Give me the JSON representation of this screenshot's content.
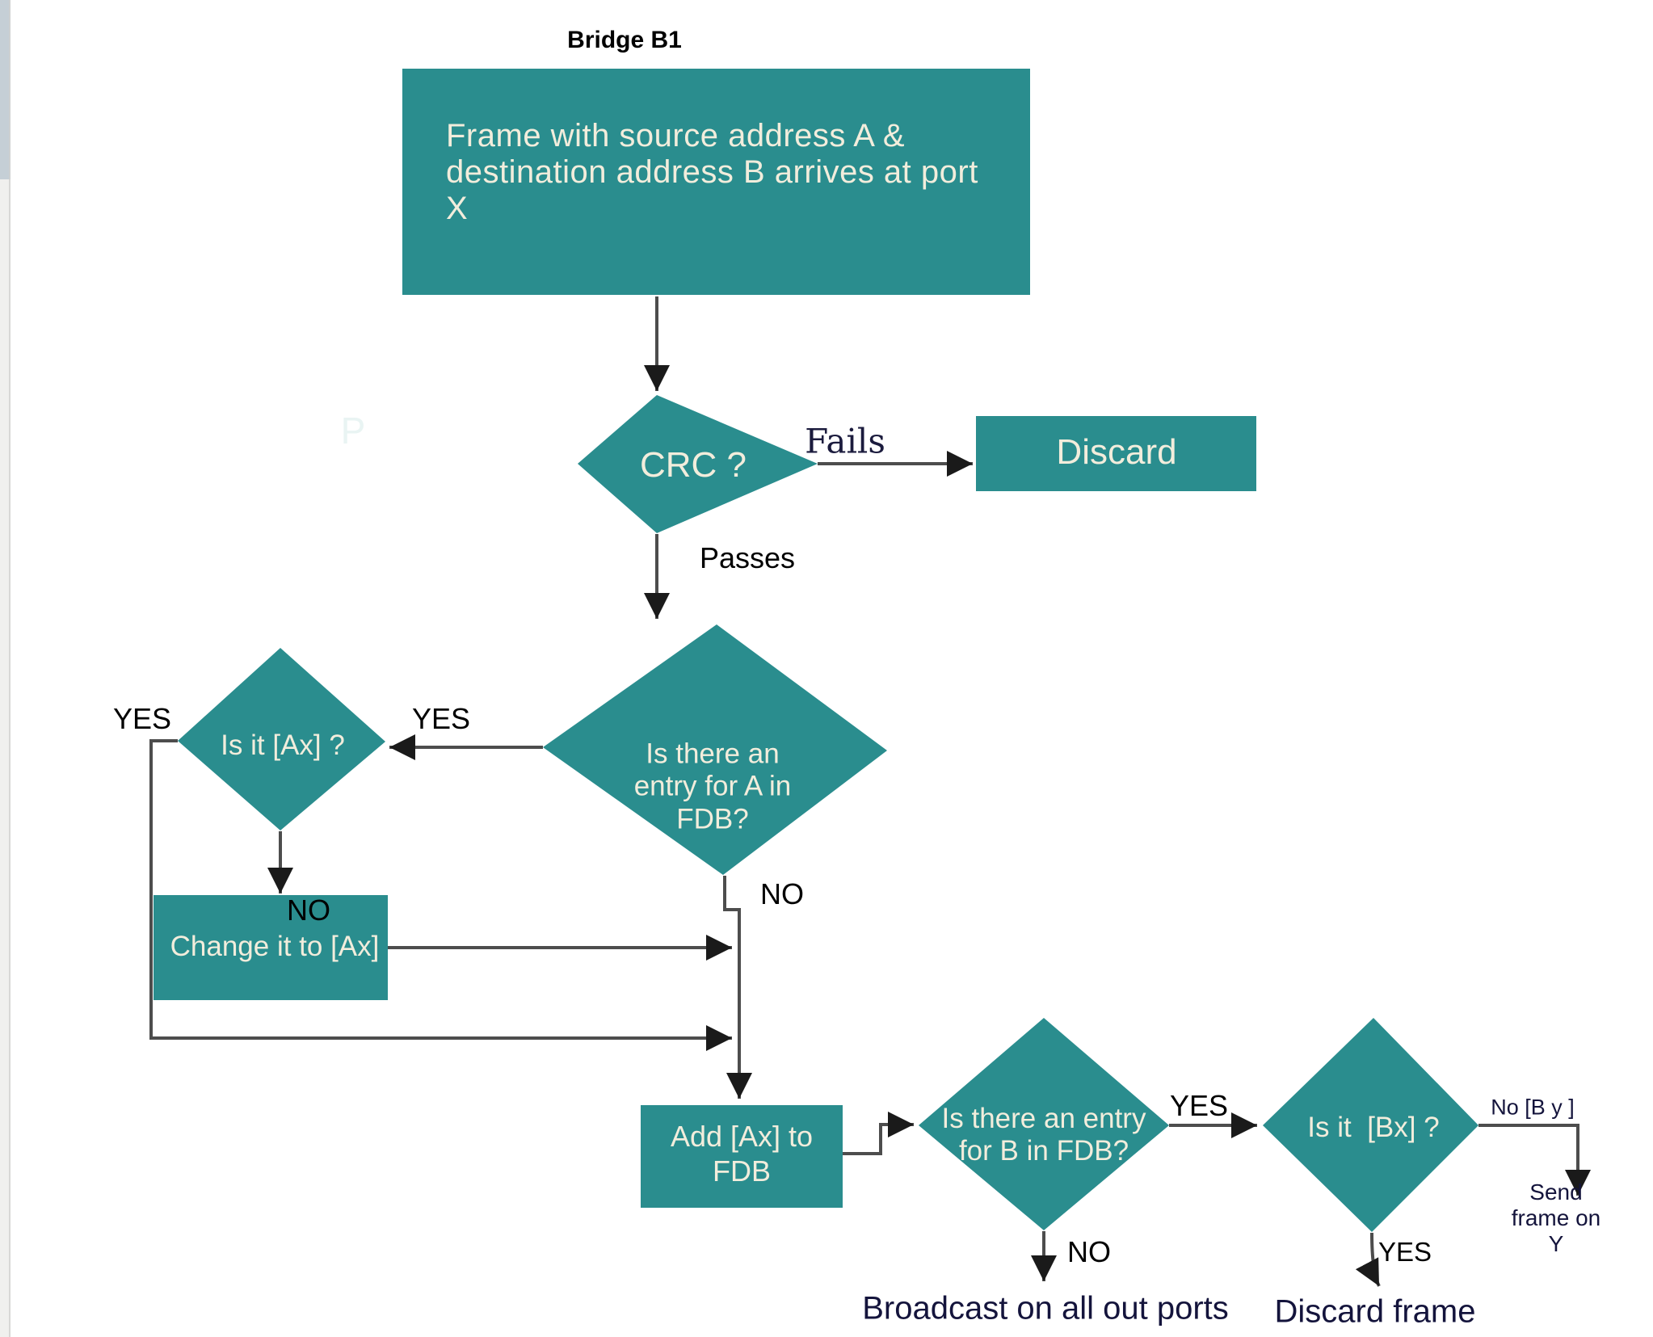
{
  "colors": {
    "node_fill": "#2a8d8e",
    "node_text": "#f2eddc",
    "line": "#4d4d4d",
    "arrowhead": "#1a1a1a",
    "label_black": "#000000",
    "label_navy": "#14143c"
  },
  "diagram": {
    "title": "Bridge B1",
    "watermark": "P",
    "nodes": {
      "start": "Frame with source address A & destination address B arrives at port X",
      "crc": "CRC ?",
      "discard": "Discard",
      "entry_a": "Is there an\nentry for A in\nFDB?",
      "is_ax": "Is it [Ax] ?",
      "change_ax": "Change it to [Ax]",
      "add_ax": "Add [Ax] to\nFDB",
      "entry_b": "Is there an entry\nfor B in FDB?",
      "is_bx": "Is it  [Bx] ?"
    },
    "edge_labels": {
      "fails": "Fails",
      "passes": "Passes",
      "yes_loop": "YES",
      "yes_ax": "YES",
      "no_ax": "NO",
      "no_entry_a": "NO",
      "yes_entry_b": "YES",
      "no_entry_b": "NO",
      "no_by": "No [B y ]",
      "yes_bx": "YES"
    },
    "terminals": {
      "broadcast": "Broadcast on all out ports",
      "discard_frame": "Discard frame",
      "send_y": "Send frame on Y"
    }
  }
}
